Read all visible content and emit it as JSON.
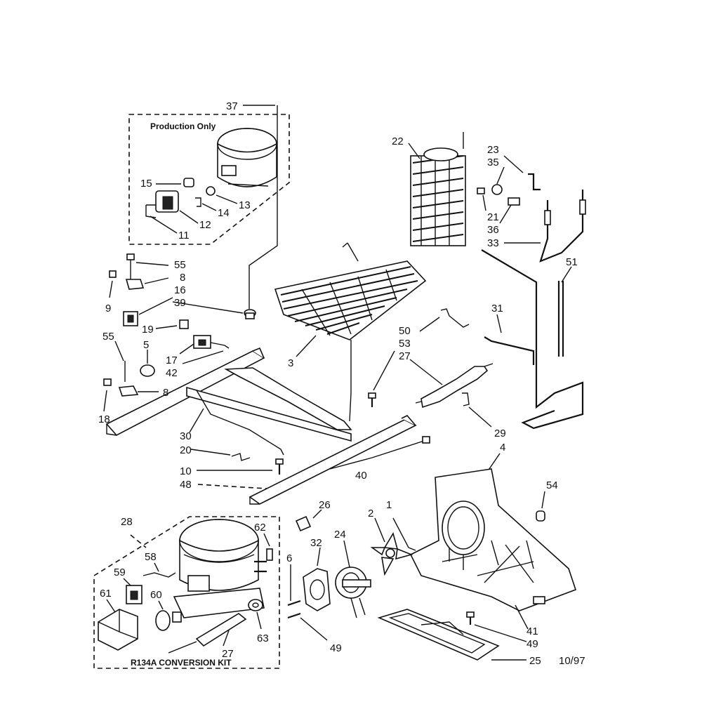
{
  "diagram": {
    "date_code": "10/97",
    "box_labels": {
      "production_only": "Production Only",
      "conversion_kit": "R134A CONVERSION KIT"
    },
    "callouts": [
      {
        "id": "c37",
        "text": "37"
      },
      {
        "id": "c15",
        "text": "15"
      },
      {
        "id": "c13",
        "text": "13"
      },
      {
        "id": "c14",
        "text": "14"
      },
      {
        "id": "c12",
        "text": "12"
      },
      {
        "id": "c11",
        "text": "11"
      },
      {
        "id": "c22",
        "text": "22"
      },
      {
        "id": "c23",
        "text": "23"
      },
      {
        "id": "c35",
        "text": "35"
      },
      {
        "id": "c21",
        "text": "21"
      },
      {
        "id": "c36",
        "text": "36"
      },
      {
        "id": "c33",
        "text": "33"
      },
      {
        "id": "c51",
        "text": "51"
      },
      {
        "id": "c55a",
        "text": "55"
      },
      {
        "id": "c8a",
        "text": "8"
      },
      {
        "id": "c9",
        "text": "9"
      },
      {
        "id": "c16",
        "text": "16"
      },
      {
        "id": "c39",
        "text": "39"
      },
      {
        "id": "c19",
        "text": "19"
      },
      {
        "id": "c3",
        "text": "3"
      },
      {
        "id": "c55b",
        "text": "55"
      },
      {
        "id": "c5",
        "text": "5"
      },
      {
        "id": "c17",
        "text": "17"
      },
      {
        "id": "c42",
        "text": "42"
      },
      {
        "id": "c8b",
        "text": "8"
      },
      {
        "id": "c18",
        "text": "18"
      },
      {
        "id": "c50",
        "text": "50"
      },
      {
        "id": "c53",
        "text": "53"
      },
      {
        "id": "c27a",
        "text": "27"
      },
      {
        "id": "c31",
        "text": "31"
      },
      {
        "id": "c29",
        "text": "29"
      },
      {
        "id": "c30",
        "text": "30"
      },
      {
        "id": "c20",
        "text": "20"
      },
      {
        "id": "c10",
        "text": "10"
      },
      {
        "id": "c48",
        "text": "48"
      },
      {
        "id": "c40",
        "text": "40"
      },
      {
        "id": "c4",
        "text": "4"
      },
      {
        "id": "c54",
        "text": "54"
      },
      {
        "id": "c28",
        "text": "28"
      },
      {
        "id": "c62",
        "text": "62"
      },
      {
        "id": "c26",
        "text": "26"
      },
      {
        "id": "c58",
        "text": "58"
      },
      {
        "id": "c59",
        "text": "59"
      },
      {
        "id": "c61",
        "text": "61"
      },
      {
        "id": "c60",
        "text": "60"
      },
      {
        "id": "c27b",
        "text": "27"
      },
      {
        "id": "c63",
        "text": "63"
      },
      {
        "id": "c6",
        "text": "6"
      },
      {
        "id": "c32",
        "text": "32"
      },
      {
        "id": "c24",
        "text": "24"
      },
      {
        "id": "c2",
        "text": "2"
      },
      {
        "id": "c1",
        "text": "1"
      },
      {
        "id": "c49a",
        "text": "49"
      },
      {
        "id": "c41",
        "text": "41"
      },
      {
        "id": "c49b",
        "text": "49"
      },
      {
        "id": "c25",
        "text": "25"
      }
    ]
  }
}
